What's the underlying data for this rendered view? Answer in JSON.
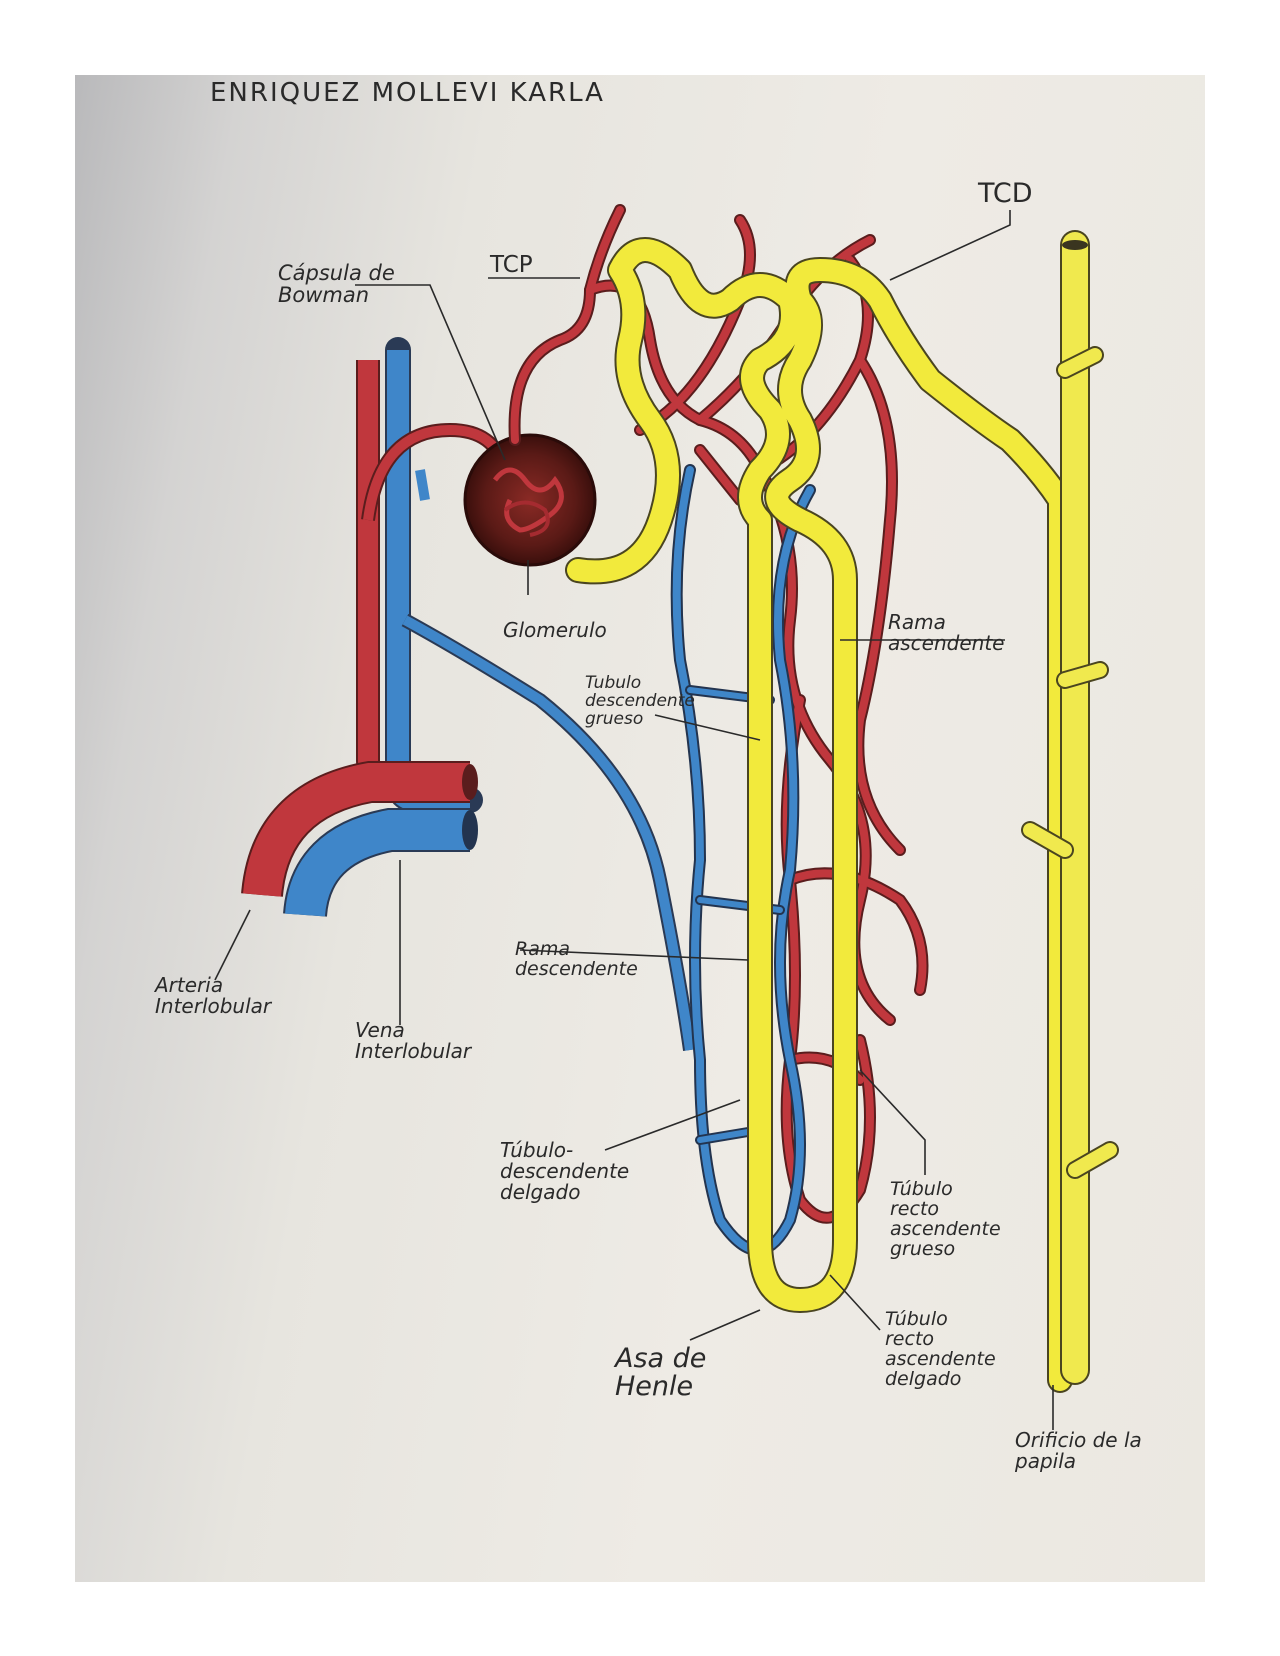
{
  "author": "ENRIQUEZ MOLLEVI KARLA",
  "labels": {
    "capsula": "Cápsula de\nBowman",
    "tcp": "TCP",
    "tcd": "TCD",
    "glomerulo": "Glomerulo",
    "rama_ascendente": "Rama\nascendente",
    "tubulo_desc_grueso": "Tubulo\ndescendente\ngrueso",
    "rama_descendente": "Rama\ndescendente",
    "arteria": "Arteria\nInterlobular",
    "vena": "Vena\nInterlobular",
    "tubulo_desc_delgado": "Túbulo-\ndescendente\ndelgado",
    "tubulo_recto_asc_grueso": "Túbulo\nrecto\nascendente\ngrueso",
    "tubulo_recto_asc_delgado": "Túbulo\nrecto\nascendente\ndelgado",
    "asa_henle": "Asa de\nHenle",
    "orificio": "Orificio de la\npapila"
  },
  "colors": {
    "artery": "#c0373d",
    "vein": "#3f86c9",
    "tubule": "#f2ea3c",
    "glomerulus": "#5a1a16",
    "outline": "#3a3030"
  }
}
